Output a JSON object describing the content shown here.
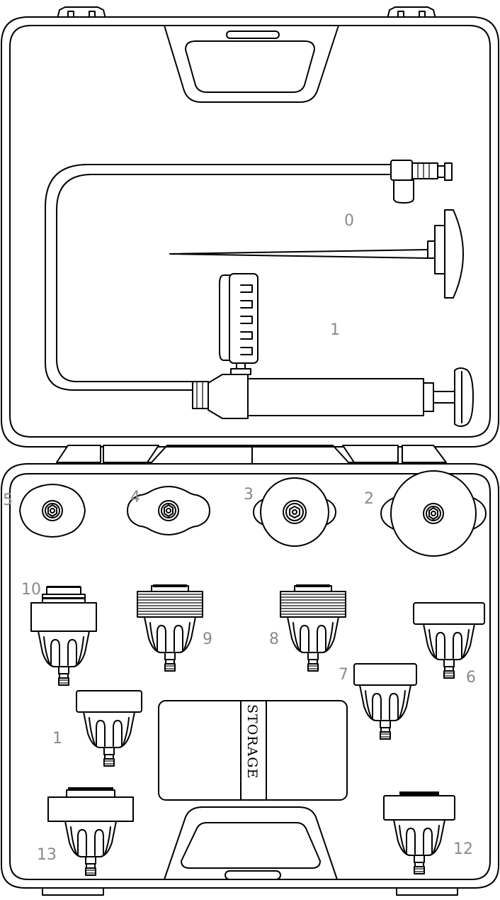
{
  "colors": {
    "outline": "#000000",
    "label": "#8a8a8a",
    "background": "#ffffff"
  },
  "storage_label": "STORAGE",
  "labels": {
    "gauge": "0",
    "pump": "1",
    "cap_5": "5",
    "cap_4": "4",
    "cap_3": "3",
    "cap_2": "2",
    "adapter_10": "10",
    "adapter_9": "9",
    "adapter_8": "8",
    "adapter_7": "7",
    "adapter_6": "6",
    "adapter_11": "1",
    "adapter_13": "13",
    "adapter_12": "12"
  }
}
